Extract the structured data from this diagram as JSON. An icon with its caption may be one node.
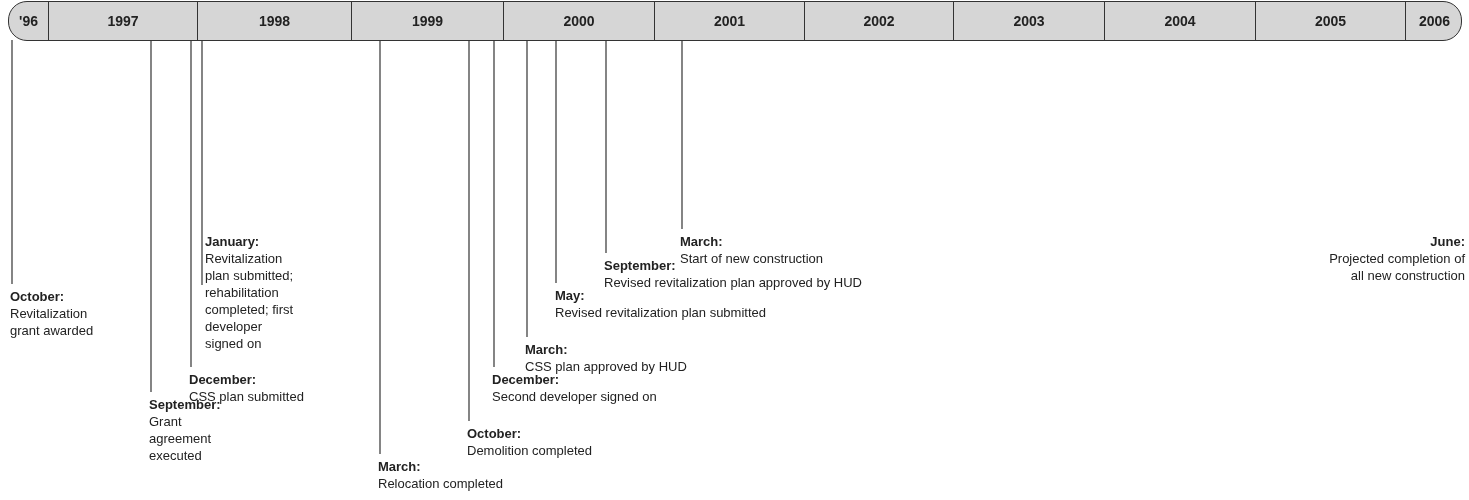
{
  "diagram": {
    "nodes": [
      {
        "text": [
          "'96"
        ]
      },
      {
        "text": [
          "1997"
        ]
      },
      {
        "text": [
          "1998"
        ]
      },
      {
        "text": [
          "1999"
        ]
      },
      {
        "text": [
          "2000"
        ]
      },
      {
        "text": [
          "2001"
        ]
      },
      {
        "text": [
          "2002"
        ]
      },
      {
        "text": [
          "2003"
        ]
      },
      {
        "text": [
          "2004"
        ]
      },
      {
        "text": [
          "2005"
        ]
      },
      {
        "text": [
          "2006"
        ]
      },
      {
        "text": [
          "October:",
          "Revitalization grant awarded"
        ]
      },
      {
        "text": [
          "September:",
          "Grant agreement executed"
        ]
      },
      {
        "text": [
          "December:",
          "CSS plan submitted"
        ]
      },
      {
        "text": [
          "January:",
          "Revitalization plan submitted; rehabilitation completed; first developer signed on"
        ]
      },
      {
        "text": [
          "March:",
          "Relocation completed"
        ]
      },
      {
        "text": [
          "October:",
          "Demolition completed"
        ]
      },
      {
        "text": [
          "December:",
          "Second developer signed on"
        ]
      },
      {
        "text": [
          "March:",
          "CSS plan approved by HUD"
        ]
      },
      {
        "text": [
          "May:",
          "Revised revitalization plan submitted"
        ]
      },
      {
        "text": [
          "September:",
          "Revised revitalization plan approved by HUD"
        ]
      },
      {
        "text": [
          "March:",
          "Start of new construction"
        ]
      },
      {
        "text": [
          "June:",
          "Projected completion of all new construction"
        ]
      }
    ],
    "edges": [
      {
        "from": 11,
        "to": 0,
        "arrow": "none"
      },
      {
        "from": 12,
        "to": 1,
        "arrow": "none"
      },
      {
        "from": 13,
        "to": 1,
        "arrow": "none"
      },
      {
        "from": 14,
        "to": 2,
        "arrow": "none"
      },
      {
        "from": 15,
        "to": 3,
        "arrow": "none"
      },
      {
        "from": 16,
        "to": 3,
        "arrow": "none"
      },
      {
        "from": 17,
        "to": 3,
        "arrow": "none"
      },
      {
        "from": 18,
        "to": 4,
        "arrow": "none"
      },
      {
        "from": 19,
        "to": 4,
        "arrow": "none"
      },
      {
        "from": 20,
        "to": 4,
        "arrow": "none"
      },
      {
        "from": 21,
        "to": 5,
        "arrow": "none"
      }
    ]
  }
}
